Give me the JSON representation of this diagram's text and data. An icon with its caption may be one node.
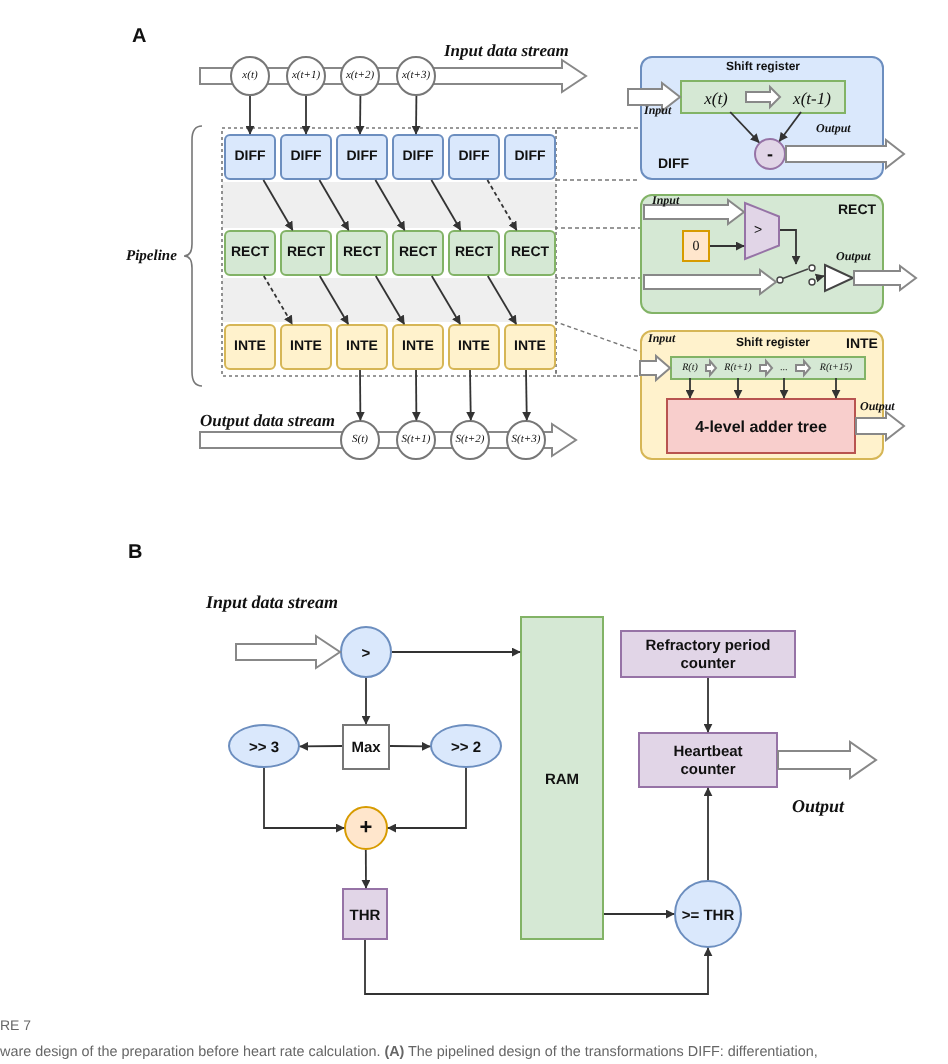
{
  "diagram": {
    "caption": "ware design of the preparation before heart rate calculation. **(A)** The pipelined design of the transformations DIFF: differentiation,",
    "nodes": [
      {
        "text": [
          "x(t)"
        ]
      },
      {
        "text": [
          "x(t+1)"
        ]
      },
      {
        "text": [
          "x(t+2)"
        ]
      },
      {
        "text": [
          "x(t+3)"
        ]
      },
      {
        "text": [
          "DIFF"
        ]
      },
      {
        "text": [
          "DIFF"
        ]
      },
      {
        "text": [
          "DIFF"
        ]
      },
      {
        "text": [
          "DIFF"
        ]
      },
      {
        "text": [
          "DIFF"
        ]
      },
      {
        "text": [
          "DIFF"
        ]
      },
      {
        "text": [
          "RECT"
        ]
      },
      {
        "text": [
          "RECT"
        ]
      },
      {
        "text": [
          "RECT"
        ]
      },
      {
        "text": [
          "RECT"
        ]
      },
      {
        "text": [
          "RECT"
        ]
      },
      {
        "text": [
          "RECT"
        ]
      },
      {
        "text": [
          "INTE"
        ]
      },
      {
        "text": [
          "INTE"
        ]
      },
      {
        "text": [
          "INTE"
        ]
      },
      {
        "text": [
          "INTE"
        ]
      },
      {
        "text": [
          "INTE"
        ]
      },
      {
        "text": [
          "INTE"
        ]
      },
      {
        "text": [
          "S(t)"
        ]
      },
      {
        "text": [
          "S(t+1)"
        ]
      },
      {
        "text": [
          "S(t+2)"
        ]
      },
      {
        "text": [
          "S(t+3)"
        ]
      },
      {
        "text": [
          "DIFF"
        ]
      },
      {
        "text": [
          "Shift register"
        ],
        "in": 26
      },
      {
        "text": [
          "x(t)"
        ],
        "in": 27
      },
      {
        "text": [
          "x(t-1)"
        ],
        "in": 27
      },
      {
        "text": [
          "-"
        ],
        "in": 26
      },
      {
        "text": [
          "RECT"
        ]
      },
      {
        "text": [
          ">"
        ],
        "in": 31
      },
      {
        "text": [
          "0"
        ],
        "in": 31
      },
      {
        "text": [],
        "shape": "switch",
        "in": 31
      },
      {
        "text": [],
        "shape": "triangle",
        "in": 31
      },
      {
        "text": [
          "INTE"
        ]
      },
      {
        "text": [
          "Shift register"
        ],
        "in": 36
      },
      {
        "text": [
          "R(t)"
        ],
        "in": 37
      },
      {
        "text": [
          "R(t+1)"
        ],
        "in": 37
      },
      {
        "text": [
          "..."
        ],
        "in": 37
      },
      {
        "text": [
          "R(t+15)"
        ],
        "in": 37
      },
      {
        "text": [
          "4-level adder tree"
        ],
        "in": 36
      },
      {
        "text": [
          ">"
        ]
      },
      {
        "text": [
          "RAM"
        ]
      },
      {
        "text": [
          "Refractory period counter"
        ]
      },
      {
        "text": [
          "Max"
        ]
      },
      {
        "text": [
          ">> 3"
        ]
      },
      {
        "text": [
          ">> 2"
        ]
      },
      {
        "text": [
          "Heartbeat counter"
        ]
      },
      {
        "text": [
          "+"
        ]
      },
      {
        "text": [
          "THR"
        ]
      },
      {
        "text": [
          ">= THR"
        ]
      }
    ],
    "edges": [
      {
        "from": 0,
        "to": 4,
        "arrow": "to"
      },
      {
        "from": 1,
        "to": 5,
        "arrow": "to"
      },
      {
        "from": 2,
        "to": 6,
        "arrow": "to"
      },
      {
        "from": 3,
        "to": 7,
        "arrow": "to"
      },
      {
        "from": 4,
        "to": 11,
        "arrow": "to"
      },
      {
        "from": 5,
        "to": 12,
        "arrow": "to"
      },
      {
        "from": 6,
        "to": 13,
        "arrow": "to"
      },
      {
        "from": 7,
        "to": 14,
        "arrow": "to"
      },
      {
        "from": 8,
        "to": 15,
        "arrow": "to",
        "style": "dashed"
      },
      {
        "from": 10,
        "to": 17,
        "arrow": "to",
        "style": "dashed"
      },
      {
        "from": 11,
        "to": 18,
        "arrow": "to"
      },
      {
        "from": 12,
        "to": 19,
        "arrow": "to"
      },
      {
        "from": 13,
        "to": 20,
        "arrow": "to"
      },
      {
        "from": 14,
        "to": 21,
        "arrow": "to"
      },
      {
        "from": 18,
        "to": 22,
        "arrow": "to"
      },
      {
        "from": 19,
        "to": 23,
        "arrow": "to"
      },
      {
        "from": 20,
        "to": 24,
        "arrow": "to"
      },
      {
        "from": 21,
        "to": 25,
        "arrow": "to"
      },
      {
        "from": null,
        "to": 27,
        "arrow": "to",
        "style": "thick",
        "label": "Input"
      },
      {
        "from": 28,
        "to": 29,
        "arrow": "to",
        "style": "thick"
      },
      {
        "from": 28,
        "to": 30,
        "arrow": "to"
      },
      {
        "from": 29,
        "to": 30,
        "arrow": "to"
      },
      {
        "from": 30,
        "to": null,
        "arrow": "to",
        "style": "thick",
        "label": "Output"
      },
      {
        "from": null,
        "to": 32,
        "arrow": "to",
        "style": "thick",
        "label": "Input"
      },
      {
        "from": null,
        "to": 34,
        "arrow": "to",
        "style": "thick"
      },
      {
        "from": 33,
        "to": 32,
        "arrow": "to"
      },
      {
        "from": 32,
        "to": 34,
        "arrow": "to"
      },
      {
        "from": 34,
        "to": 35,
        "arrow": "to"
      },
      {
        "from": 35,
        "to": null,
        "arrow": "to",
        "style": "thick",
        "label": "Output"
      },
      {
        "from": null,
        "to": 37,
        "arrow": "to",
        "style": "thick",
        "label": "Input"
      },
      {
        "from": 38,
        "to": 39,
        "arrow": "to",
        "style": "thick"
      },
      {
        "from": 39,
        "to": 40,
        "arrow": "to",
        "style": "thick"
      },
      {
        "from": 40,
        "to": 41,
        "arrow": "to",
        "style": "thick"
      },
      {
        "from": 38,
        "to": 42,
        "arrow": "to"
      },
      {
        "from": 39,
        "to": 42,
        "arrow": "to"
      },
      {
        "from": 40,
        "to": 42,
        "arrow": "to"
      },
      {
        "from": 41,
        "to": 42,
        "arrow": "to"
      },
      {
        "from": 42,
        "to": null,
        "arrow": "to",
        "style": "thick",
        "label": "Output"
      },
      {
        "from": null,
        "to": 43,
        "arrow": "to",
        "style": "thick",
        "label": "Input data stream"
      },
      {
        "from": 43,
        "to": 44,
        "arrow": "to"
      },
      {
        "from": 43,
        "to": 46,
        "arrow": "to"
      },
      {
        "from": 46,
        "to": 47,
        "arrow": "to"
      },
      {
        "from": 46,
        "to": 48,
        "arrow": "to"
      },
      {
        "from": 47,
        "to": 50,
        "arrow": "to"
      },
      {
        "from": 48,
        "to": 50,
        "arrow": "to"
      },
      {
        "from": 50,
        "to": 51,
        "arrow": "to"
      },
      {
        "from": 45,
        "to": 49,
        "arrow": "to"
      },
      {
        "from": 49,
        "to": null,
        "arrow": "to",
        "style": "thick",
        "label": "Output"
      },
      {
        "from": 44,
        "to": 52,
        "arrow": "to"
      },
      {
        "from": 52,
        "to": 49,
        "arrow": "to"
      },
      {
        "from": 51,
        "to": 52,
        "arrow": "to"
      },
      {
        "from": 9,
        "to": 26,
        "arrow": "none",
        "style": "dashed",
        "color": "#777777"
      },
      {
        "from": 9,
        "to": 26,
        "arrow": "none",
        "style": "dashed",
        "color": "#777777"
      },
      {
        "from": 15,
        "to": 31,
        "arrow": "none",
        "style": "dashed",
        "color": "#777777"
      },
      {
        "from": 15,
        "to": 31,
        "arrow": "none",
        "style": "dashed",
        "color": "#777777"
      },
      {
        "from": 21,
        "to": 36,
        "arrow": "none",
        "style": "dashed",
        "color": "#777777"
      },
      {
        "from": 21,
        "to": 36,
        "arrow": "none",
        "style": "dashed",
        "color": "#777777"
      }
    ],
    "labels": [
      "A",
      "Input data stream",
      "Pipeline",
      "Output data stream",
      "B",
      "RE 7"
    ]
  }
}
